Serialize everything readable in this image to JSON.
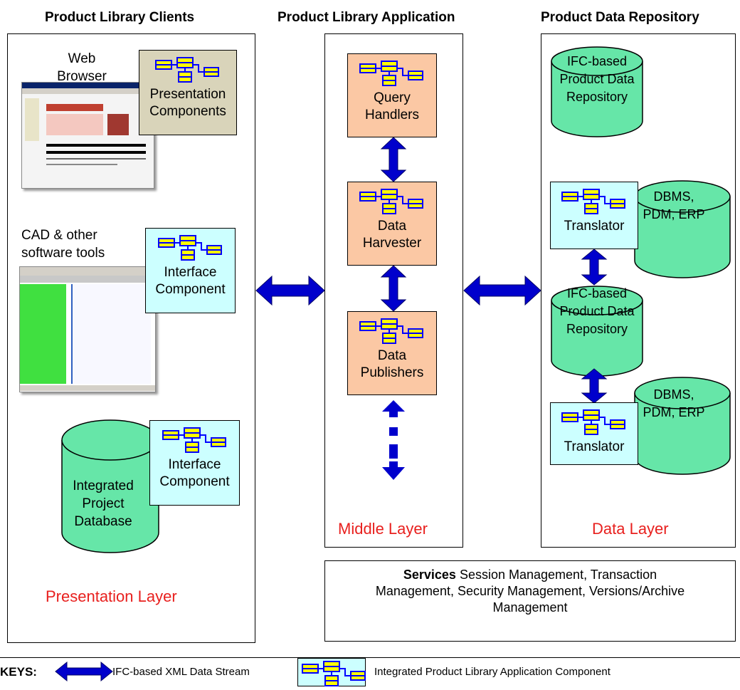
{
  "columns": {
    "clients_title": "Product Library Clients",
    "application_title": "Product Library Application",
    "repository_title": "Product Data Repository"
  },
  "clients": {
    "web_browser_label": "Web Browser",
    "presentation_components_label": "Presentation Components",
    "cad_label": "CAD & other software tools",
    "interface_component_1_label": "Interface Component",
    "interface_component_2_label": "Interface Component",
    "database_label": "Integrated Project Database",
    "layer_label": "Presentation Layer"
  },
  "application": {
    "query_handlers_label": "Query Handlers",
    "data_harvester_label": "Data Harvester",
    "data_publishers_label": "Data Publishers",
    "layer_label": "Middle Layer"
  },
  "repository": {
    "ifc_repo_1_label": "IFC-based Product Data Repository",
    "dbms_1_label": "DBMS, PDM, ERP",
    "translator_1_label": "Translator",
    "ifc_repo_2_label": "IFC-based Product Data Repository",
    "dbms_2_label": "DBMS, PDM, ERP",
    "translator_2_label": "Translator",
    "layer_label": "Data Layer"
  },
  "services": {
    "heading": "Services",
    "text": "Session Management,  Transaction Management, Security Management, Versions/Archive Management"
  },
  "keys": {
    "label": "KEYS:",
    "arrow_legend": "IFC-based XML Data Stream",
    "component_legend": "Integrated Product Library Application Component"
  },
  "colors": {
    "arrow": "#0000cc",
    "component_box_fill": "#ccffff",
    "application_box_fill": "#fbc8a4",
    "presentation_box_fill": "#d9d4ba",
    "cylinder_fill": "#66e6a8",
    "layer_label": "#e8201e",
    "component_icon": "#0000ff",
    "component_icon_fill": "#ffff00"
  }
}
